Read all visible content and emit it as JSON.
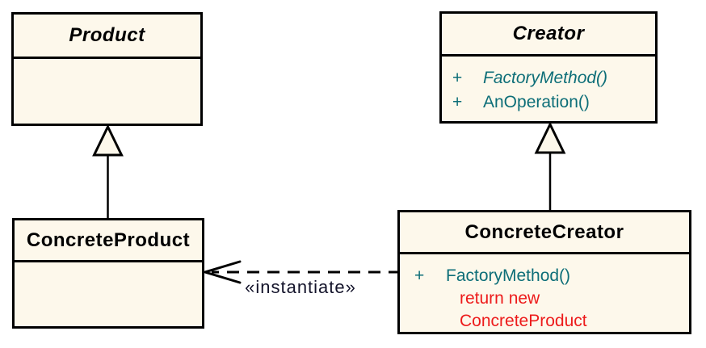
{
  "colors": {
    "background": "#FFFFFF",
    "box_fill": "#FDF8EB",
    "box_border": "#000000",
    "title_text": "#000000",
    "method_text": "#0D6E78",
    "note_text": "#ED1B1B",
    "label_text": "#14142B"
  },
  "classes": {
    "product": {
      "name": "Product",
      "abstract": true,
      "methods": []
    },
    "creator": {
      "name": "Creator",
      "abstract": true,
      "methods": [
        {
          "visibility": "+",
          "signature": "FactoryMethod()",
          "abstract": true
        },
        {
          "visibility": "+",
          "signature": "AnOperation()",
          "abstract": false
        }
      ]
    },
    "concrete_product": {
      "name": "ConcreteProduct",
      "abstract": false,
      "methods": []
    },
    "concrete_creator": {
      "name": "ConcreteCreator",
      "abstract": false,
      "methods": [
        {
          "visibility": "+",
          "signature": "FactoryMethod()",
          "abstract": false
        }
      ],
      "annotation_lines": [
        "return new",
        "ConcreteProduct"
      ]
    }
  },
  "relationships": {
    "generalizations": [
      {
        "from": "ConcreteProduct",
        "to": "Product"
      },
      {
        "from": "ConcreteCreator",
        "to": "Creator"
      }
    ],
    "dependency": {
      "from": "ConcreteCreator",
      "to": "ConcreteProduct",
      "label": "«instantiate»",
      "style": "dashed-open-arrow"
    }
  }
}
